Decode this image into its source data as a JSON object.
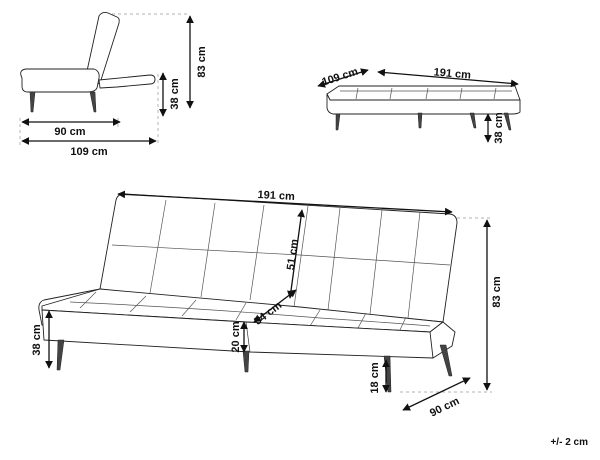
{
  "dimensions": {
    "side_depth": "90 cm",
    "side_total_depth": "109 cm",
    "side_height": "83 cm",
    "side_seat_height": "38 cm",
    "bed_width": "191 cm",
    "bed_depth": "109 cm",
    "bed_height": "38 cm",
    "main_width": "191 cm",
    "backrest_height": "51 cm",
    "seat_depth": "54 cm",
    "seat_height": "38 cm",
    "frame_height": "20 cm",
    "leg_height": "18 cm",
    "total_height": "83 cm",
    "total_depth": "90 cm"
  },
  "tolerance": "+/- 2 cm"
}
